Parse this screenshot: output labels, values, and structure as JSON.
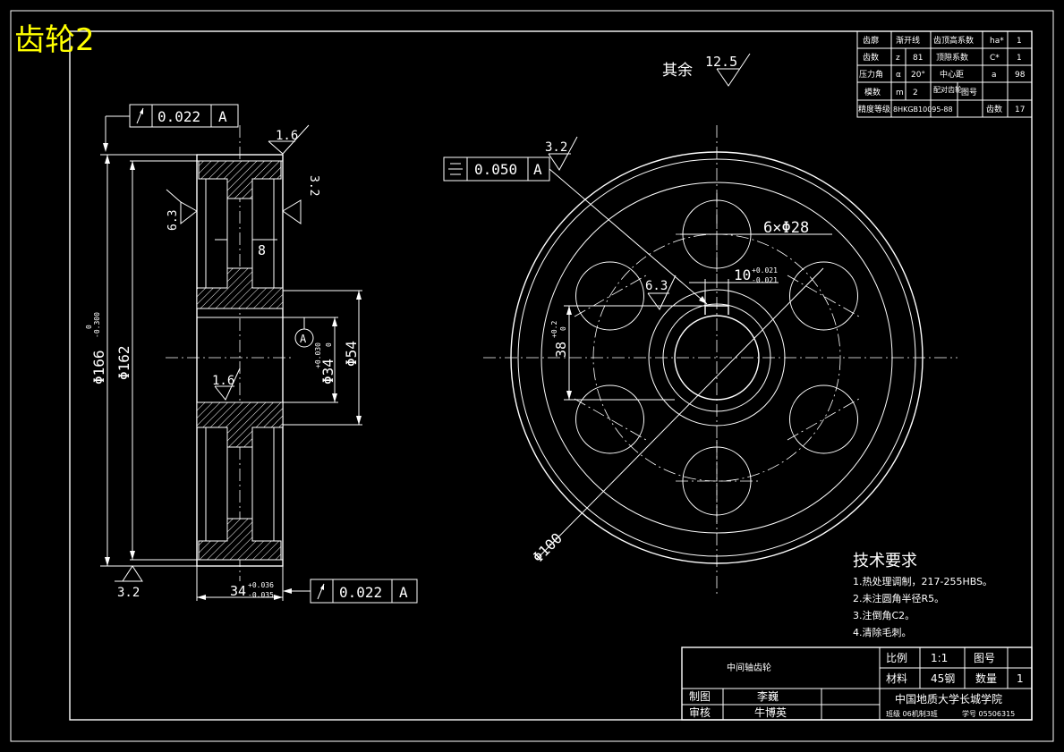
{
  "title": "齿轮2",
  "params": {
    "rows": [
      [
        "齿廓",
        "渐开线",
        "齿顶高系数",
        "ha*",
        "1"
      ],
      [
        "齿数",
        "z",
        "81",
        "顶隙系数",
        "C*",
        "1"
      ],
      [
        "压力角",
        "α",
        "20°",
        "中心距",
        "a",
        "98"
      ],
      [
        "模数",
        "m",
        "2",
        "图号",
        ""
      ],
      [
        "精度等级",
        "8HKGB10095-88",
        "齿数",
        "17"
      ]
    ],
    "pair_label": "配对齿轮"
  },
  "roughness_other": {
    "label": "其余",
    "value": "12.5"
  },
  "side_view": {
    "runout_top": {
      "value": "0.022",
      "datum": "A"
    },
    "runout_bottom": {
      "value": "0.022",
      "datum": "A"
    },
    "rough_top": "1.6",
    "rough_side": "3.2",
    "rough_web": "6.3",
    "rough_hub": "1.6",
    "rough_bottom": "3.2",
    "web_thickness": "8",
    "dia_tip": "Φ166",
    "dia_tip_tol_up": "0",
    "dia_tip_tol_low": "-0.300",
    "dia_root": "Φ162",
    "dia_bore": "Φ34",
    "dia_bore_tol_up": "+0.030",
    "dia_bore_tol_low": "0",
    "dia_hub": "Φ54",
    "width": "34",
    "width_tol_up": "+0.036",
    "width_tol_low": "-0.035",
    "datum": "A"
  },
  "front_view": {
    "symmetry": {
      "value": "0.050",
      "datum": "A"
    },
    "rough_key": "3.2",
    "rough_hole": "6.3",
    "holes": "6×Φ28",
    "keyway_width": "10",
    "keyway_tol_up": "+0.021",
    "keyway_tol_low": "-0.021",
    "keyway_depth": "38",
    "keyway_depth_tol_up": "+0.2",
    "keyway_depth_tol_low": "0",
    "hole_circle": "Φ100"
  },
  "notes": {
    "heading": "技术要求",
    "items": [
      "1.热处理调制，217-255HBS。",
      "2.未注圆角半径R5。",
      "3.注倒角C2。",
      "4.清除毛刺。"
    ]
  },
  "title_block": {
    "part_name": "中间轴齿轮",
    "scale_label": "比例",
    "scale": "1:1",
    "drawing_no_label": "图号",
    "material_label": "材料",
    "material": "45钢",
    "qty_label": "数量",
    "qty": "1",
    "drawn_label": "制图",
    "drawn_by": "李巍",
    "checked_label": "审核",
    "checked_by": "牛博英",
    "school": "中国地质大学长城学院",
    "class_info": "班级 06机制3班",
    "student_no": "学号 05506315"
  }
}
